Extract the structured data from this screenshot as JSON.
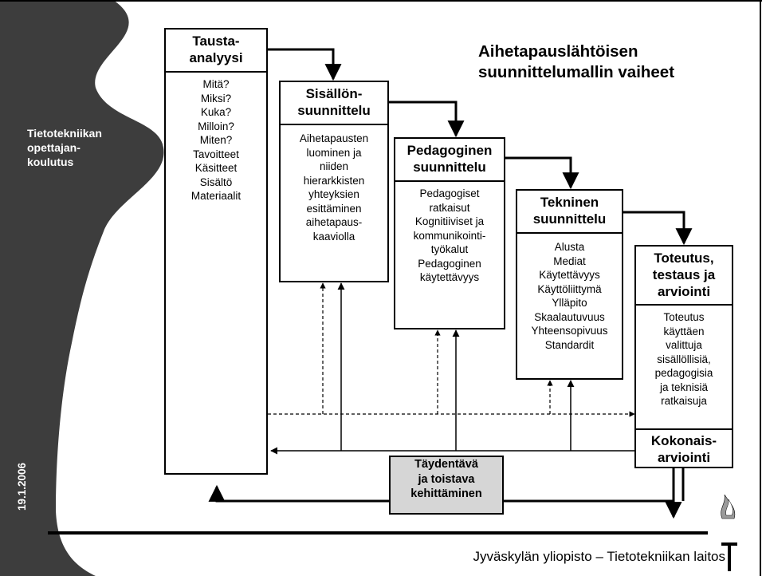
{
  "title": [
    "Aihetapauslähtöisen",
    "suunnittelumallin vaiheet"
  ],
  "side_label": [
    "Tietotekniikan",
    "opettajan-",
    "koulutus"
  ],
  "date": "19.1.2006",
  "footer": "Jyväskylän yliopisto – Tietotekniikan laitos",
  "phases": [
    {
      "header": [
        "Tausta-",
        "analyysi"
      ],
      "items": [
        "Mitä?",
        "Miksi?",
        "Kuka?",
        "Milloin?",
        "Miten?",
        "Tavoitteet",
        "Käsitteet",
        "Sisältö",
        "Materiaalit"
      ]
    },
    {
      "header": [
        "Sisällön-",
        "suunnittelu"
      ],
      "items": [
        "Aihetapausten",
        "luominen ja",
        "niiden",
        "hierarkkisten",
        "yhteyksien",
        "esittäminen",
        "aihetapaus-",
        "kaaviolla"
      ]
    },
    {
      "header": [
        "Pedagoginen",
        "suunnittelu"
      ],
      "items": [
        "Pedagogiset",
        "ratkaisut",
        "Kognitiiviset ja",
        "kommunikointi-",
        "työkalut",
        "Pedagoginen",
        "käytettävyys"
      ]
    },
    {
      "header": [
        "Tekninen",
        "suunnittelu"
      ],
      "items": [
        "Alusta",
        "Mediat",
        "Käytettävyys",
        "Käyttöliittymä",
        "Ylläpito",
        "Skaalautuvuus",
        "Yhteensopivuus",
        "Standardit"
      ]
    },
    {
      "header": [
        "Toteutus,",
        "testaus ja",
        "arviointi"
      ],
      "items": [
        "Toteutus",
        "käyttäen",
        "valittuja",
        "sisällöllisiä,",
        "pedagogisia",
        "ja teknisiä",
        "ratkaisuja"
      ],
      "footer": [
        "Kokonais-",
        "arviointi"
      ]
    }
  ],
  "iteration_box": [
    "Täydentävä",
    "ja toistava",
    "kehittäminen"
  ],
  "colors": {
    "dark_shape": "#3d3d3d",
    "iteration_fill": "#d6d6d6",
    "line": "#000000"
  }
}
